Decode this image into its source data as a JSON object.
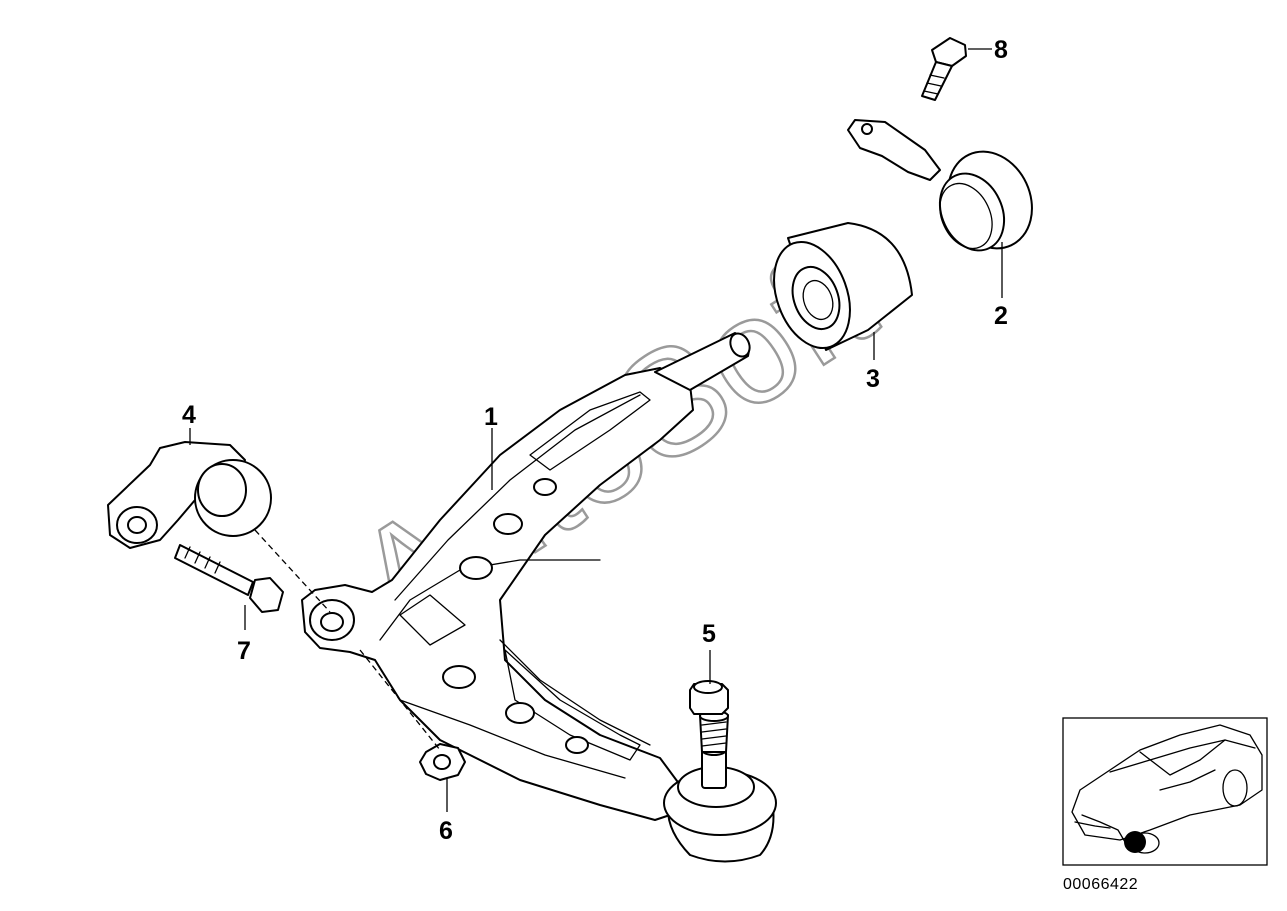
{
  "diagram": {
    "watermark": "AutoSoft",
    "diagram_number": "00066422",
    "part_labels": [
      "1",
      "2",
      "3",
      "4",
      "5",
      "6",
      "7",
      "8"
    ]
  }
}
